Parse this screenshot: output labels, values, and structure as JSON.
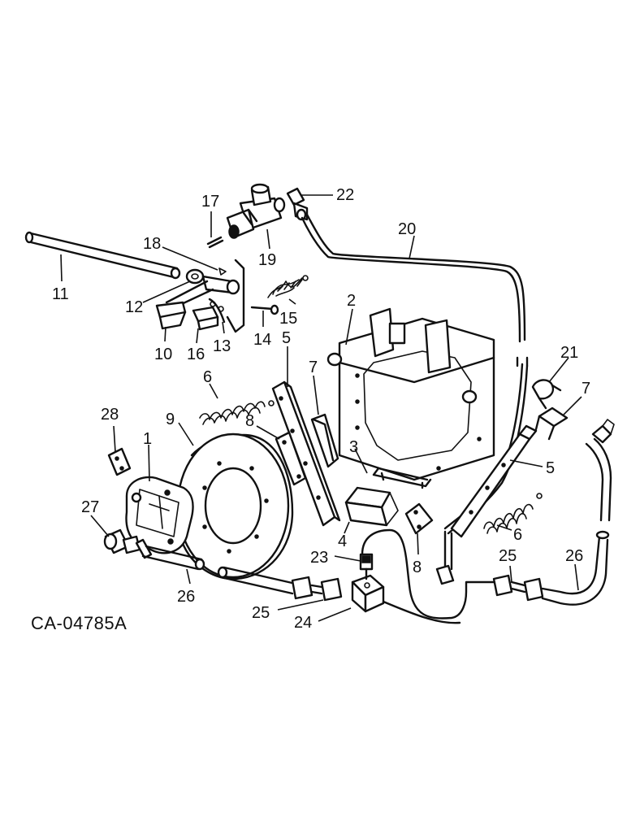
{
  "figure": {
    "code": "CA-04785A",
    "callouts": [
      {
        "id": "c1",
        "text": "1"
      },
      {
        "id": "c2",
        "text": "2"
      },
      {
        "id": "c3",
        "text": "3"
      },
      {
        "id": "c4",
        "text": "4"
      },
      {
        "id": "c5a",
        "text": "5"
      },
      {
        "id": "c5b",
        "text": "5"
      },
      {
        "id": "c6a",
        "text": "6"
      },
      {
        "id": "c6b",
        "text": "6"
      },
      {
        "id": "c7a",
        "text": "7"
      },
      {
        "id": "c7b",
        "text": "7"
      },
      {
        "id": "c8a",
        "text": "8"
      },
      {
        "id": "c8b",
        "text": "8"
      },
      {
        "id": "c9",
        "text": "9"
      },
      {
        "id": "c10",
        "text": "10"
      },
      {
        "id": "c11",
        "text": "11"
      },
      {
        "id": "c12",
        "text": "12"
      },
      {
        "id": "c13",
        "text": "13"
      },
      {
        "id": "c14",
        "text": "14"
      },
      {
        "id": "c15",
        "text": "15"
      },
      {
        "id": "c16",
        "text": "16"
      },
      {
        "id": "c17",
        "text": "17"
      },
      {
        "id": "c18",
        "text": "18"
      },
      {
        "id": "c19",
        "text": "19"
      },
      {
        "id": "c20",
        "text": "20"
      },
      {
        "id": "c21",
        "text": "21"
      },
      {
        "id": "c22",
        "text": "22"
      },
      {
        "id": "c23",
        "text": "23"
      },
      {
        "id": "c24",
        "text": "24"
      },
      {
        "id": "c25a",
        "text": "25"
      },
      {
        "id": "c25b",
        "text": "25"
      },
      {
        "id": "c26a",
        "text": "26"
      },
      {
        "id": "c26b",
        "text": "26"
      },
      {
        "id": "c27",
        "text": "27"
      },
      {
        "id": "c28",
        "text": "28"
      }
    ]
  }
}
